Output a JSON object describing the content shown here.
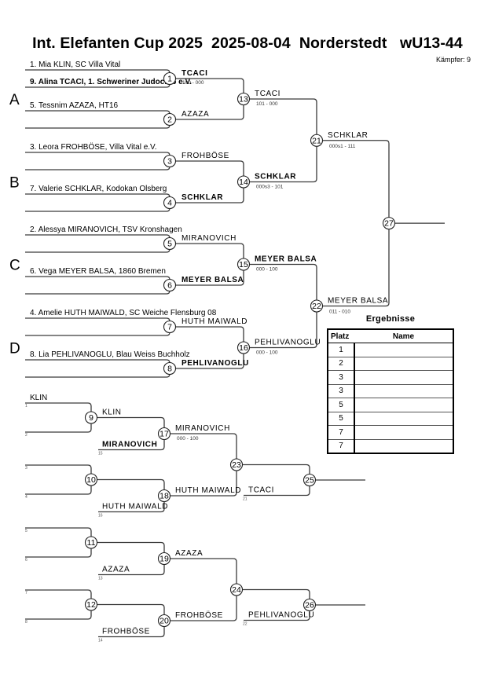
{
  "header": {
    "title": "Int. Elefanten Cup 2025  2025-08-04  Norderstedt   wU13-44",
    "fighter_count": "Kämpfer: 9"
  },
  "groups": [
    "A",
    "B",
    "C",
    "D"
  ],
  "entries": [
    {
      "text": "1. Mia KLIN, SC Villa Vital",
      "bold": false
    },
    {
      "text": "9. Alina TCACI, 1. Schweriner Judoclub e.V.",
      "bold": true
    },
    {
      "text": "5. Tessnim AZAZA, HT16",
      "bold": false
    },
    {
      "text": "",
      "bold": false
    },
    {
      "text": "3. Leora FROHBÖSE, Villa Vital e.V.",
      "bold": false
    },
    {
      "text": "",
      "bold": false
    },
    {
      "text": "7. Valerie SCHKLAR, Kodokan Olsberg",
      "bold": false
    },
    {
      "text": "",
      "bold": false
    },
    {
      "text": "2. Alessya MIRANOVICH, TSV Kronshagen",
      "bold": false
    },
    {
      "text": "",
      "bold": false
    },
    {
      "text": "6. Vega MEYER BALSA, 1860 Bremen",
      "bold": false
    },
    {
      "text": "",
      "bold": false
    },
    {
      "text": "4. Amelie HUTH MAIWALD, SC Weiche Flensburg 08",
      "bold": false
    },
    {
      "text": "",
      "bold": false
    },
    {
      "text": "8. Lia PEHLIVANOGLU, Blau Weiss Buchholz",
      "bold": false
    },
    {
      "text": "",
      "bold": false
    }
  ],
  "main_matches": [
    {
      "id": "1",
      "winner": "TCACI",
      "bold": true,
      "score": "100 - 000"
    },
    {
      "id": "2",
      "winner": "AZAZA",
      "bold": false,
      "score": ""
    },
    {
      "id": "3",
      "winner": "FROHBÖSE",
      "bold": false,
      "score": ""
    },
    {
      "id": "4",
      "winner": "SCHKLAR",
      "bold": true,
      "score": ""
    },
    {
      "id": "5",
      "winner": "MIRANOVICH",
      "bold": false,
      "score": ""
    },
    {
      "id": "6",
      "winner": "MEYER BALSA",
      "bold": true,
      "score": ""
    },
    {
      "id": "7",
      "winner": "HUTH MAIWALD",
      "bold": false,
      "score": ""
    },
    {
      "id": "8",
      "winner": "PEHLIVANOGLU",
      "bold": true,
      "score": ""
    },
    {
      "id": "13",
      "winner": "TCACI",
      "bold": false,
      "score": "101 - 000"
    },
    {
      "id": "14",
      "winner": "SCHKLAR",
      "bold": true,
      "score": "000s3 - 101"
    },
    {
      "id": "15",
      "winner": "MEYER BALSA",
      "bold": true,
      "score": "000 - 100"
    },
    {
      "id": "16",
      "winner": "PEHLIVANOGLU",
      "bold": false,
      "score": "000 - 100"
    },
    {
      "id": "21",
      "winner": "SCHKLAR",
      "bold": false,
      "score": "000s1 - 111"
    },
    {
      "id": "22",
      "winner": "MEYER BALSA",
      "bold": false,
      "score": "011 - 010"
    },
    {
      "id": "27",
      "winner": "",
      "bold": false,
      "score": ""
    }
  ],
  "repechage": {
    "entries": [
      {
        "name": "KLIN",
        "src": "1"
      },
      {
        "name": "",
        "src": "2"
      },
      {
        "name": "",
        "src": "3"
      },
      {
        "name": "",
        "src": "4"
      },
      {
        "name": "",
        "src": "5"
      },
      {
        "name": "",
        "src": "6"
      },
      {
        "name": "",
        "src": "7"
      },
      {
        "name": "",
        "src": "8"
      }
    ],
    "drop_ins": [
      {
        "name": "MIRANOVICH",
        "bold": true,
        "src": "15"
      },
      {
        "name": "HUTH MAIWALD",
        "bold": false,
        "src": "16"
      },
      {
        "name": "AZAZA",
        "bold": false,
        "src": "13"
      },
      {
        "name": "FROHBÖSE",
        "bold": false,
        "src": "14"
      }
    ],
    "finals_drop_ins": [
      {
        "name": "TCACI",
        "src": "21"
      },
      {
        "name": "PEHLIVANOGLU",
        "src": "22"
      }
    ],
    "matches": [
      {
        "id": "9",
        "winner": "KLIN",
        "score": ""
      },
      {
        "id": "10",
        "winner": "",
        "score": ""
      },
      {
        "id": "11",
        "winner": "",
        "score": ""
      },
      {
        "id": "12",
        "winner": "",
        "score": ""
      },
      {
        "id": "17",
        "winner": "MIRANOVICH",
        "score": "000 - 100"
      },
      {
        "id": "18",
        "winner": "HUTH MAIWALD",
        "score": ""
      },
      {
        "id": "19",
        "winner": "AZAZA",
        "score": ""
      },
      {
        "id": "20",
        "winner": "FROHBÖSE",
        "score": ""
      },
      {
        "id": "23",
        "winner": "",
        "score": ""
      },
      {
        "id": "24",
        "winner": "",
        "score": ""
      },
      {
        "id": "25",
        "winner": "",
        "score": ""
      },
      {
        "id": "26",
        "winner": "",
        "score": ""
      }
    ]
  },
  "results": {
    "title": "Ergebnisse",
    "col_place": "Platz",
    "col_name": "Name",
    "rows": [
      {
        "place": "1",
        "name": ""
      },
      {
        "place": "2",
        "name": ""
      },
      {
        "place": "3",
        "name": ""
      },
      {
        "place": "3",
        "name": ""
      },
      {
        "place": "5",
        "name": ""
      },
      {
        "place": "5",
        "name": ""
      },
      {
        "place": "7",
        "name": ""
      },
      {
        "place": "7",
        "name": ""
      }
    ]
  }
}
